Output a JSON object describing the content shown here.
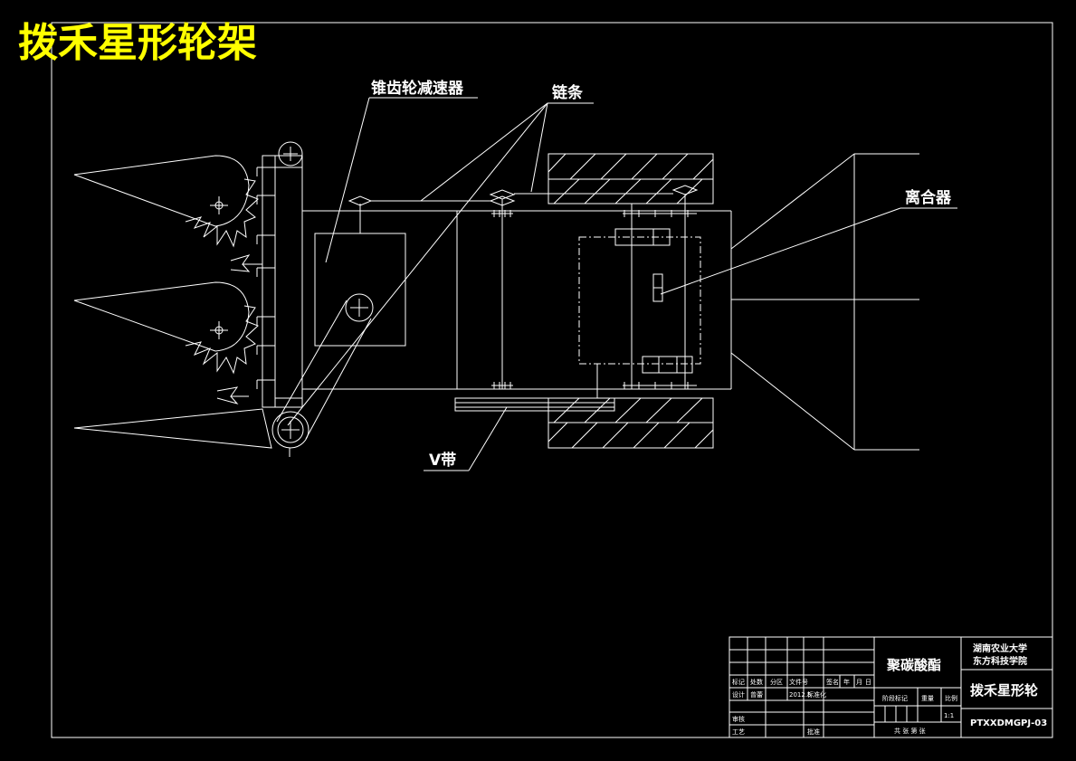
{
  "drawing": {
    "title": "拨禾星形轮架",
    "labels": {
      "gear_reducer": "锥齿轮减速器",
      "chain": "链条",
      "clutch": "离合器",
      "vbelt": "V带"
    }
  },
  "title_block": {
    "material": "聚碳酸酯",
    "school_line1": "湖南农业大学",
    "school_line2": "东方科技学院",
    "part_name": "拨禾星形轮",
    "drawing_number": "PTXXDMGPJ-03",
    "scale": "1:1",
    "header_cells": [
      "标记",
      "处数",
      "分区",
      "文件号",
      "签名",
      "年",
      "月",
      "日"
    ],
    "design_row": [
      "设计",
      "曾蕾",
      "2012.5",
      "标准化"
    ],
    "stage_headers": [
      "阶段标记",
      "重量",
      "比例"
    ],
    "review": "审核",
    "process": "工艺",
    "approve": "批准",
    "sheets": "共 张 第 张"
  }
}
